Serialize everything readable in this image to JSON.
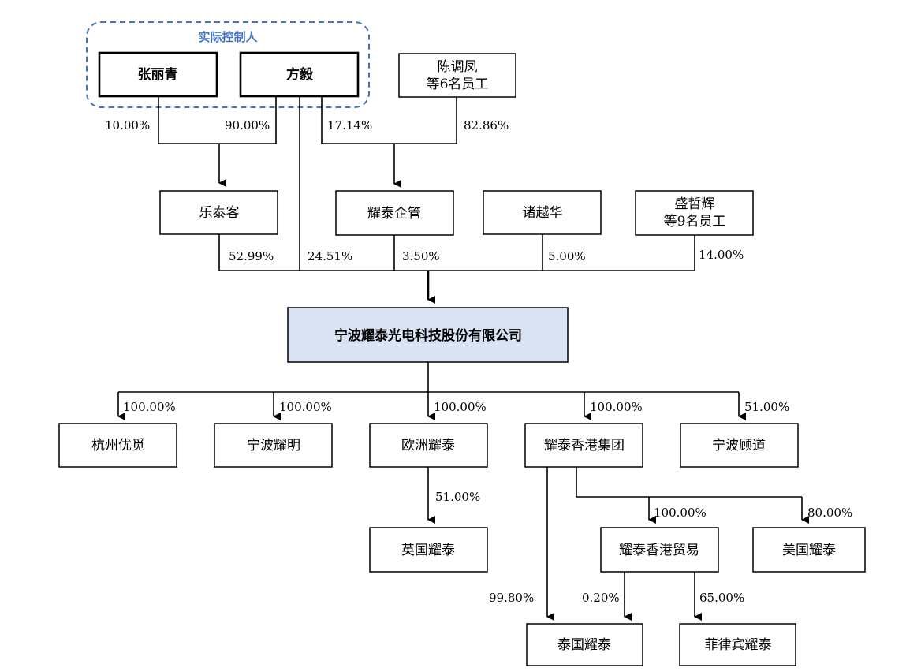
{
  "group": {
    "title": "实际控制人"
  },
  "nodes": {
    "zhang": "张丽青",
    "fang": "方毅",
    "chen_l1": "陈调凤",
    "chen_l2": "等6名员工",
    "letaike": "乐泰客",
    "yaotai_qiguan": "耀泰企管",
    "zhu": "诸越华",
    "sheng_l1": "盛哲辉",
    "sheng_l2": "等9名员工",
    "company": "宁波耀泰光电科技股份有限公司",
    "hz": "杭州优觅",
    "nbym": "宁波耀明",
    "ozyt": "欧洲耀泰",
    "hk_group": "耀泰香港集团",
    "nbgd": "宁波顾道",
    "ukyt": "英国耀泰",
    "hk_trade": "耀泰香港贸易",
    "usyt": "美国耀泰",
    "thyt": "泰国耀泰",
    "phyt": "菲律宾耀泰"
  },
  "labels": {
    "zhang_letaike": "10.00%",
    "fang_letaike": "90.00%",
    "fang_qiguan": "17.14%",
    "chen_qiguan": "82.86%",
    "letaike_company": "52.99%",
    "fang_company": "24.51%",
    "qiguan_company": "3.50%",
    "zhu_company": "5.00%",
    "sheng_company": "14.00%",
    "company_hz": "100.00%",
    "company_nbym": "100.00%",
    "company_ozyt": "100.00%",
    "company_hk": "100.00%",
    "company_nbgd": "51.00%",
    "ozyt_uk": "51.00%",
    "hk_trade": "100.00%",
    "hk_us": "80.00%",
    "hk_th": "99.80%",
    "trade_th": "0.20%",
    "trade_ph": "65.00%"
  },
  "colors": {
    "group_border": "#4472c4",
    "group_title": "#4472c4",
    "company_fill": "#dae3f3",
    "line": "#000000"
  }
}
